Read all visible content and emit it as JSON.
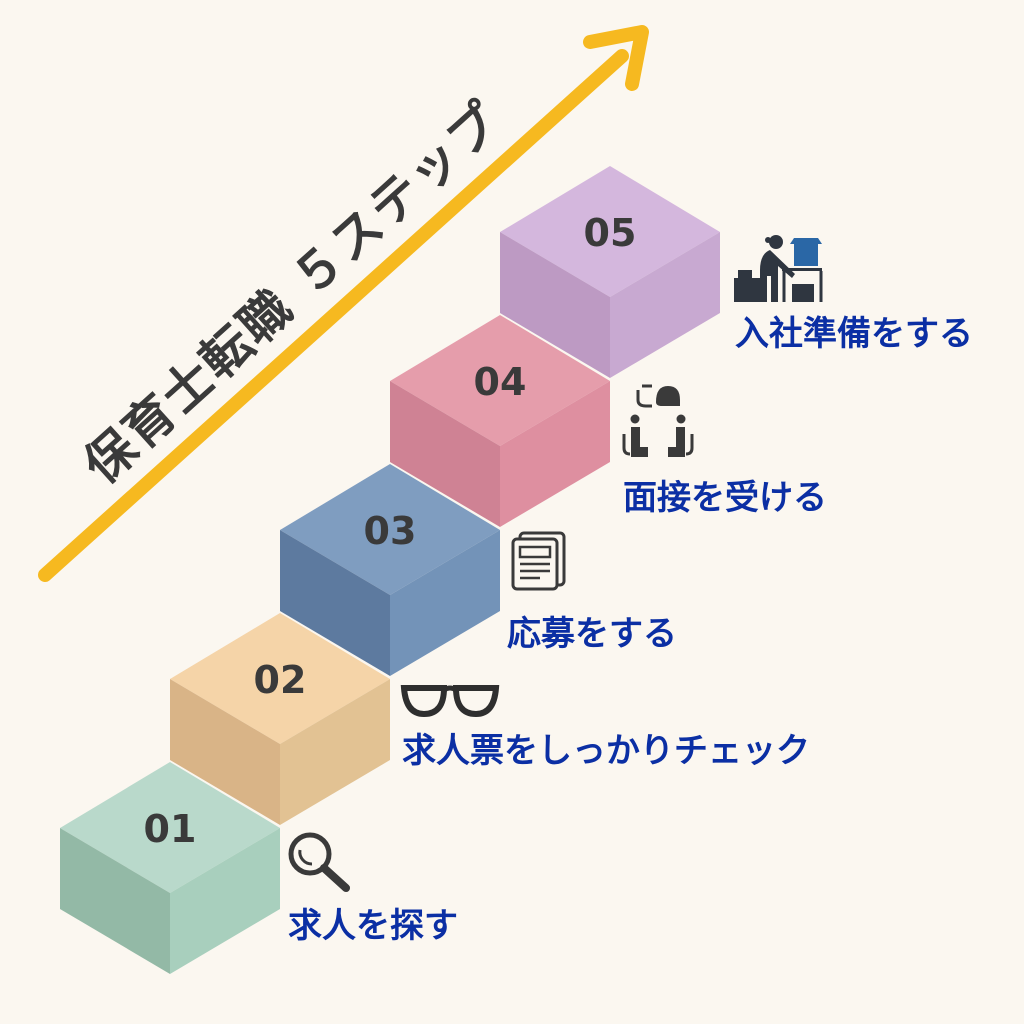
{
  "title": "保育士転職 ５ステップ",
  "arrow_color": "#f6b920",
  "steps": [
    {
      "number": "01",
      "label": "求人を探す",
      "icon": "magnifier-icon",
      "colors": {
        "top": "#b9d9cb",
        "left": "#93b9a6",
        "right": "#a8cfbd"
      }
    },
    {
      "number": "02",
      "label": "求人票をしっかりチェック",
      "icon": "glasses-icon",
      "colors": {
        "top": "#f5d4a8",
        "left": "#d9b487",
        "right": "#e2c293"
      }
    },
    {
      "number": "03",
      "label": "応募をする",
      "icon": "document-icon",
      "colors": {
        "top": "#7f9dc0",
        "left": "#5d7a9f",
        "right": "#7393b8"
      }
    },
    {
      "number": "04",
      "label": "面接を受ける",
      "icon": "interview-icon",
      "colors": {
        "top": "#e59dab",
        "left": "#cf8294",
        "right": "#de8fa0"
      }
    },
    {
      "number": "05",
      "label": "入社準備をする",
      "icon": "packing-person-icon",
      "colors": {
        "top": "#d4b7dd",
        "left": "#bd9ac3",
        "right": "#c8a9d1"
      }
    }
  ]
}
